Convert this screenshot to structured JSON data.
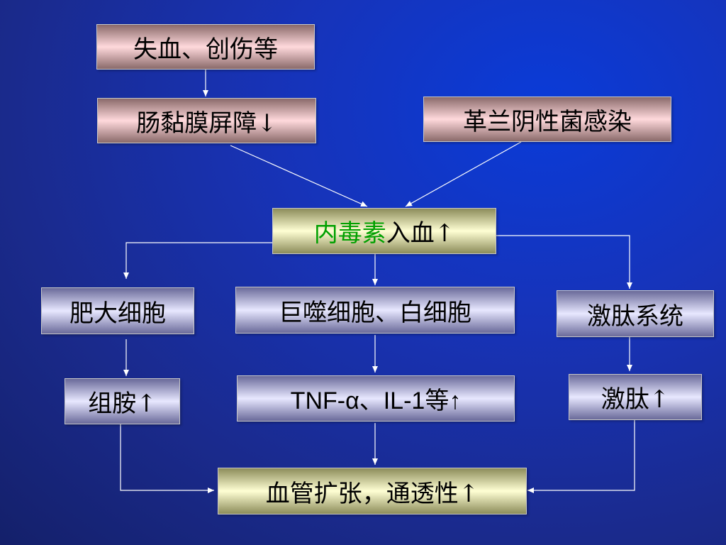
{
  "nodes": {
    "blood_loss": "失血、创伤等",
    "mucosal_barrier": "肠黏膜屏障↓",
    "gram_negative": "革兰阴性菌感染",
    "endotoxin_green": "内毒素",
    "endotoxin_rest": "入血↑",
    "mast_cells": "肥大细胞",
    "macrophages": "巨噬细胞、白细胞",
    "kinin_system": "激肽系统",
    "histamine": "组胺↑",
    "tnf": "TNF-α、IL-1等↑",
    "kinin": "激肽↑",
    "vasodilation": "血管扩张，通透性↑"
  },
  "colors": {
    "background": "#1733b8",
    "arrow": "#ffffff",
    "highlight_text": "#00a000"
  }
}
